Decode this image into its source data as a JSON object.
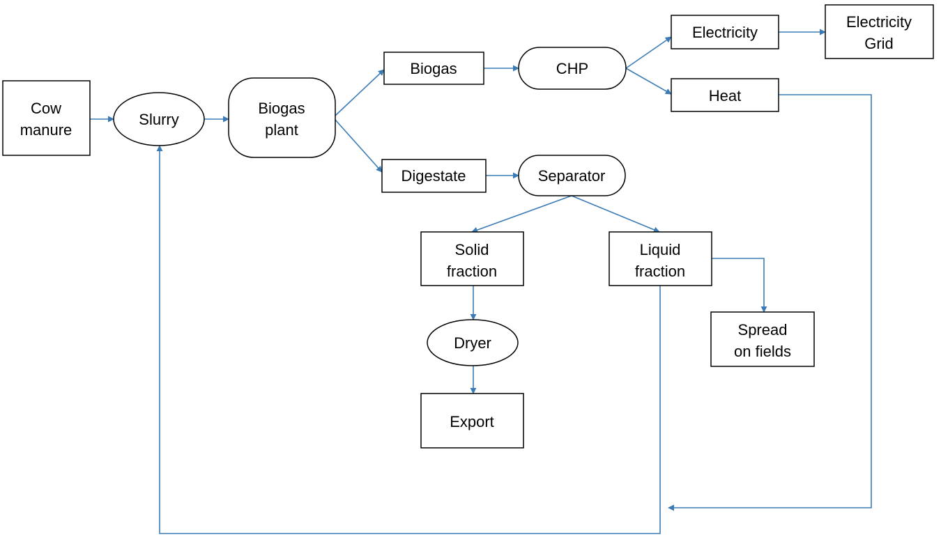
{
  "colors": {
    "connector": "#3b7bb5",
    "node_border": "#000000",
    "background": "#ffffff"
  },
  "nodes": {
    "cow_manure": [
      "Cow",
      "manure"
    ],
    "slurry": [
      "Slurry"
    ],
    "biogas_plant": [
      "Biogas",
      "plant"
    ],
    "biogas": [
      "Biogas"
    ],
    "chp": [
      "CHP"
    ],
    "electricity": [
      "Electricity"
    ],
    "electricity_grid": [
      "Electricity",
      "Grid"
    ],
    "heat": [
      "Heat"
    ],
    "digestate": [
      "Digestate"
    ],
    "separator": [
      "Separator"
    ],
    "solid_fraction": [
      "Solid",
      "fraction"
    ],
    "liquid_fraction": [
      "Liquid",
      "fraction"
    ],
    "dryer": [
      "Dryer"
    ],
    "export": [
      "Export"
    ],
    "spread_on_fields": [
      "Spread",
      "on fields"
    ]
  }
}
